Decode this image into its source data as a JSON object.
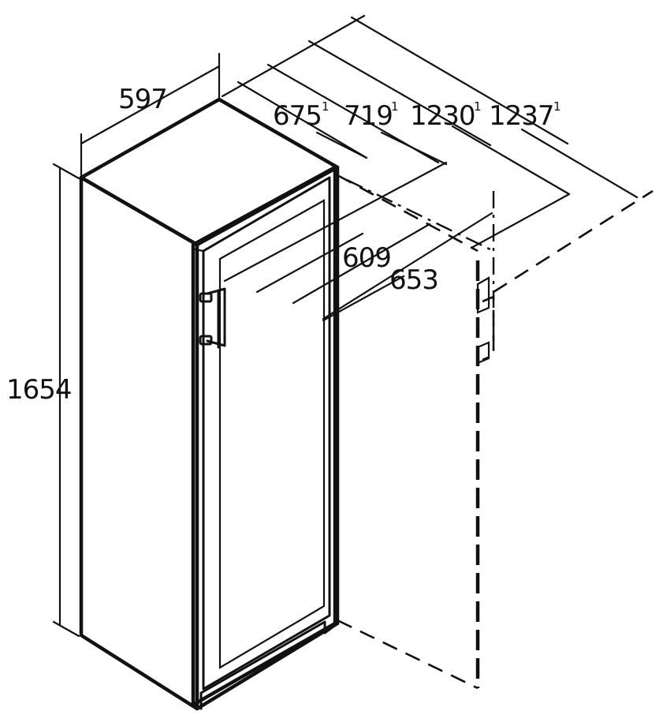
{
  "dimensions": {
    "width": {
      "value": "597"
    },
    "height": {
      "value": "1654"
    },
    "depth": {
      "value": "609"
    },
    "depth_with_handle": {
      "value": "653"
    },
    "depth_door_open_1": {
      "value": "675",
      "note": "1"
    },
    "depth_door_open_2": {
      "value": "719",
      "note": "1"
    },
    "open_door_1": {
      "value": "1230",
      "note": "1"
    },
    "open_door_2": {
      "value": "1237",
      "note": "1"
    }
  }
}
